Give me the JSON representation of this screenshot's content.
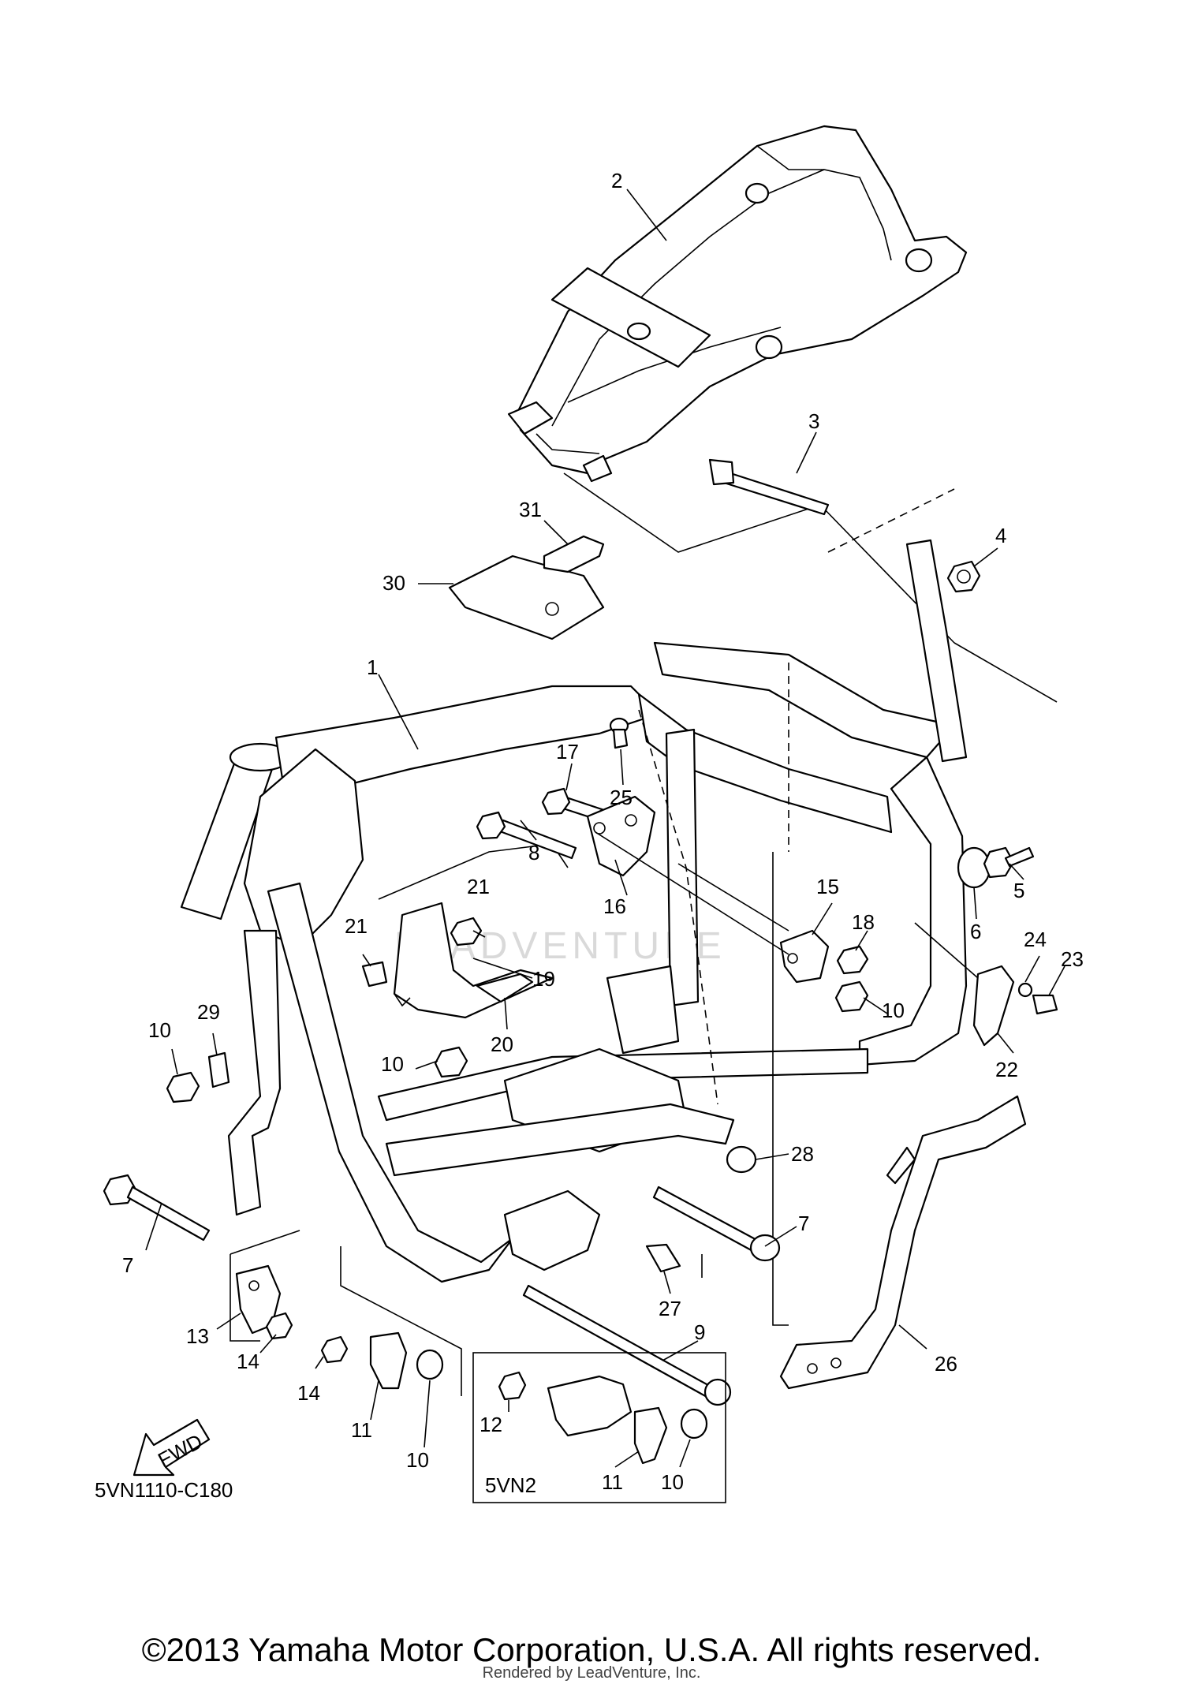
{
  "diagram": {
    "diagram_code": "5VN1110-C180",
    "variant_box_label": "5VN2",
    "fwd_label": "FWD",
    "watermark": "LEADVENTURE",
    "copyright": "©2013 Yamaha Motor Corporation, U.S.A. All rights reserved.",
    "rendered_by": "Rendered by LeadVenture, Inc.",
    "callouts": [
      {
        "id": "c1",
        "label": "1"
      },
      {
        "id": "c2",
        "label": "2"
      },
      {
        "id": "c3",
        "label": "3"
      },
      {
        "id": "c4",
        "label": "4"
      },
      {
        "id": "c5",
        "label": "5"
      },
      {
        "id": "c6",
        "label": "6"
      },
      {
        "id": "c7a",
        "label": "7"
      },
      {
        "id": "c7b",
        "label": "7"
      },
      {
        "id": "c8",
        "label": "8"
      },
      {
        "id": "c9",
        "label": "9"
      },
      {
        "id": "c10a",
        "label": "10"
      },
      {
        "id": "c10b",
        "label": "10"
      },
      {
        "id": "c10c",
        "label": "10"
      },
      {
        "id": "c10d",
        "label": "10"
      },
      {
        "id": "c10e",
        "label": "10"
      },
      {
        "id": "c11a",
        "label": "11"
      },
      {
        "id": "c11b",
        "label": "11"
      },
      {
        "id": "c12",
        "label": "12"
      },
      {
        "id": "c13",
        "label": "13"
      },
      {
        "id": "c14a",
        "label": "14"
      },
      {
        "id": "c14b",
        "label": "14"
      },
      {
        "id": "c15",
        "label": "15"
      },
      {
        "id": "c16",
        "label": "16"
      },
      {
        "id": "c17",
        "label": "17"
      },
      {
        "id": "c18",
        "label": "18"
      },
      {
        "id": "c19",
        "label": "19"
      },
      {
        "id": "c20",
        "label": "20"
      },
      {
        "id": "c21a",
        "label": "21"
      },
      {
        "id": "c21b",
        "label": "21"
      },
      {
        "id": "c22",
        "label": "22"
      },
      {
        "id": "c23",
        "label": "23"
      },
      {
        "id": "c24",
        "label": "24"
      },
      {
        "id": "c25",
        "label": "25"
      },
      {
        "id": "c26",
        "label": "26"
      },
      {
        "id": "c27",
        "label": "27"
      },
      {
        "id": "c28",
        "label": "28"
      },
      {
        "id": "c29",
        "label": "29"
      },
      {
        "id": "c30",
        "label": "30"
      },
      {
        "id": "c31",
        "label": "31"
      }
    ]
  }
}
